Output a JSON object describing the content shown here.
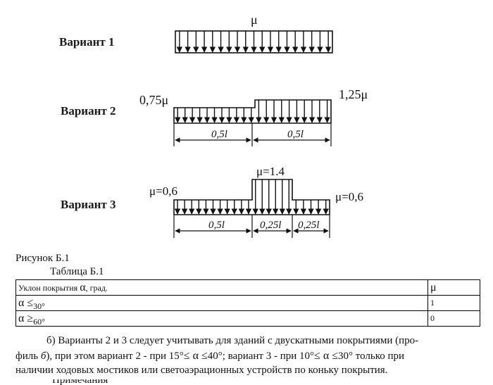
{
  "figure": {
    "variants": [
      "Вариант 1",
      "Вариант 2",
      "Вариант 3"
    ],
    "v1_label": "μ",
    "v2_left": "0,75μ",
    "v2_right": "1,25μ",
    "v2_dims": [
      "0,5l",
      "0,5l"
    ],
    "v3_left": "μ=0,6",
    "v3_mid": "μ=1.4",
    "v3_right": "μ=0,6",
    "v3_dims": [
      "0,5l",
      "0,25l",
      "0,25l"
    ]
  },
  "caption": "Рисунок Б.1",
  "table_title": "Таблица Б.1",
  "table": {
    "header": [
      "Уклон покрытия ",
      "α",
      ", град.",
      "μ"
    ],
    "rows": [
      {
        "sym": "α ≤",
        "sub": "30°",
        "value": "1"
      },
      {
        "sym": "α ≥",
        "sub": "60°",
        "value": "0"
      }
    ]
  },
  "paragraph": {
    "t1": "б) Варианты 2 и 3 следует учитывать для зданий с двускатными покрытиями (про-",
    "t2a": "филь ",
    "t2b": "б",
    "t2c": "), при этом вариант 2 - при 15°",
    "t2d": "≤ α ≤",
    "t2e": "40°; вариант 3 - при 10°",
    "t2f": "≤ α ≤",
    "t2g": "30° только при",
    "t3": "наличии ходовых мостиков или светоаэрационных устройств по коньку покрытия."
  },
  "note_cut": "Примечания"
}
